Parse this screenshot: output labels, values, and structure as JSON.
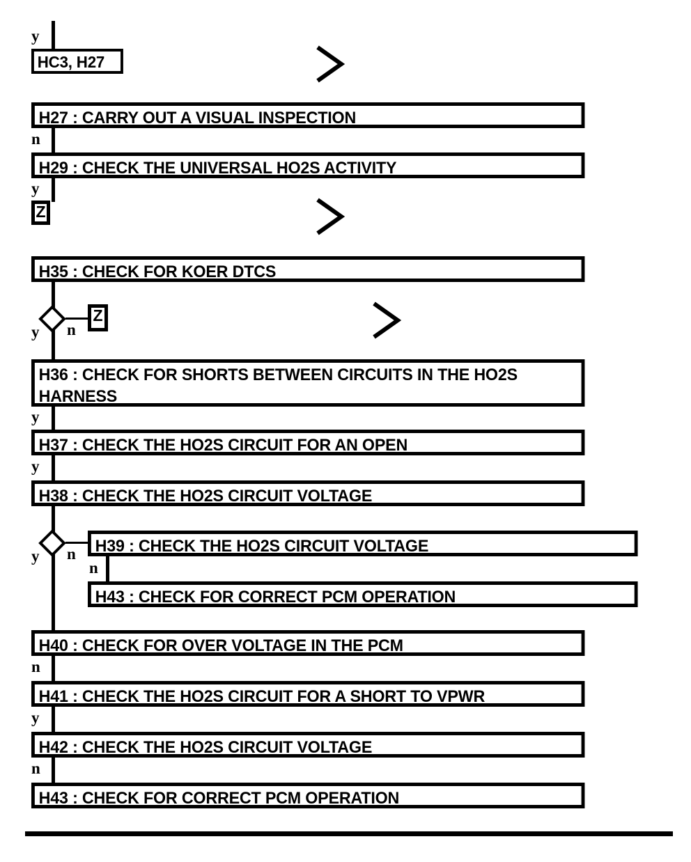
{
  "diagram": {
    "type": "flowchart",
    "title": "HO2S Diagnostic Pinpoint Test Flow",
    "ink_color": "#000000",
    "background_color": "#ffffff"
  },
  "nodes": {
    "entry_connector": "HC3, H27",
    "h27": "H27 : CARRY OUT A VISUAL INSPECTION",
    "h29": "H29 : CHECK THE UNIVERSAL HO2S ACTIVITY",
    "z_after_h29": "Z",
    "h35": "H35 : CHECK FOR KOER DTCS",
    "z_after_h35": "Z",
    "h36": "H36 : CHECK FOR SHORTS BETWEEN CIRCUITS IN THE HO2S HARNESS",
    "h37": "H37 : CHECK THE HO2S CIRCUIT FOR AN OPEN",
    "h38": "H38 : CHECK THE HO2S CIRCUIT VOLTAGE",
    "h39": "H39 : CHECK THE HO2S CIRCUIT VOLTAGE",
    "h43_branch": "H43 : CHECK FOR CORRECT PCM OPERATION",
    "h40": "H40 : CHECK FOR OVER VOLTAGE IN THE PCM",
    "h41": "H41 : CHECK THE HO2S CIRCUIT FOR A SHORT TO VPWR",
    "h42": "H42 : CHECK THE HO2S CIRCUIT VOLTAGE",
    "h43": "H43 : CHECK FOR CORRECT PCM OPERATION"
  },
  "edge_labels": {
    "top_y": "y",
    "h27_n": "n",
    "h29_y": "y",
    "d1_y": "y",
    "d1_n": "n",
    "h36_y": "y",
    "h37_y": "y",
    "d2_y": "y",
    "d2_n": "n",
    "h39_n": "n",
    "h40_n": "n",
    "h41_y": "y",
    "h42_n": "n"
  },
  "marks": {
    "chevron_1": "chevron-right",
    "chevron_2": "chevron-right",
    "chevron_3": "chevron-right"
  }
}
